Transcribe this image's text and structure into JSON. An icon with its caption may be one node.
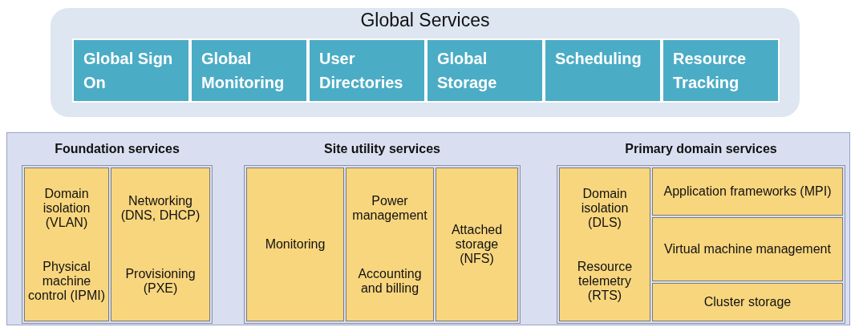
{
  "diagram": {
    "nodes": [
      {
        "text": [
          "Global Services"
        ]
      },
      {
        "text": [
          "Global Sign On"
        ],
        "in": 0
      },
      {
        "text": [
          "Global Monitoring"
        ],
        "in": 0
      },
      {
        "text": [
          "User Directories"
        ],
        "in": 0
      },
      {
        "text": [
          "Global Storage"
        ],
        "in": 0
      },
      {
        "text": [
          "Scheduling"
        ],
        "in": 0
      },
      {
        "text": [
          "Resource Tracking"
        ],
        "in": 0
      },
      {
        "text": [],
        "shape": "box"
      },
      {
        "text": [
          "Foundation services"
        ],
        "in": 7
      },
      {
        "text": [
          "Domain isolation (VLAN)",
          "Physical machine control (IPMI)"
        ],
        "in": 8
      },
      {
        "text": [
          "Networking (DNS, DHCP)",
          "Provisioning (PXE)"
        ],
        "in": 8
      },
      {
        "text": [
          "Site utility services"
        ],
        "in": 7
      },
      {
        "text": [
          "Monitoring"
        ],
        "in": 11
      },
      {
        "text": [
          "Power management",
          "Accounting and billing"
        ],
        "in": 11
      },
      {
        "text": [
          "Attached storage (NFS)"
        ],
        "in": 11
      },
      {
        "text": [
          "Primary domain services"
        ],
        "in": 7
      },
      {
        "text": [
          "Domain isolation (DLS)",
          "Resource telemetry (RTS)"
        ],
        "in": 15
      },
      {
        "text": [
          "Application frameworks (MPI)"
        ],
        "in": 15
      },
      {
        "text": [
          "Virtual machine management"
        ],
        "in": 15
      },
      {
        "text": [
          "Cluster storage"
        ],
        "in": 15
      }
    ],
    "edges": []
  }
}
